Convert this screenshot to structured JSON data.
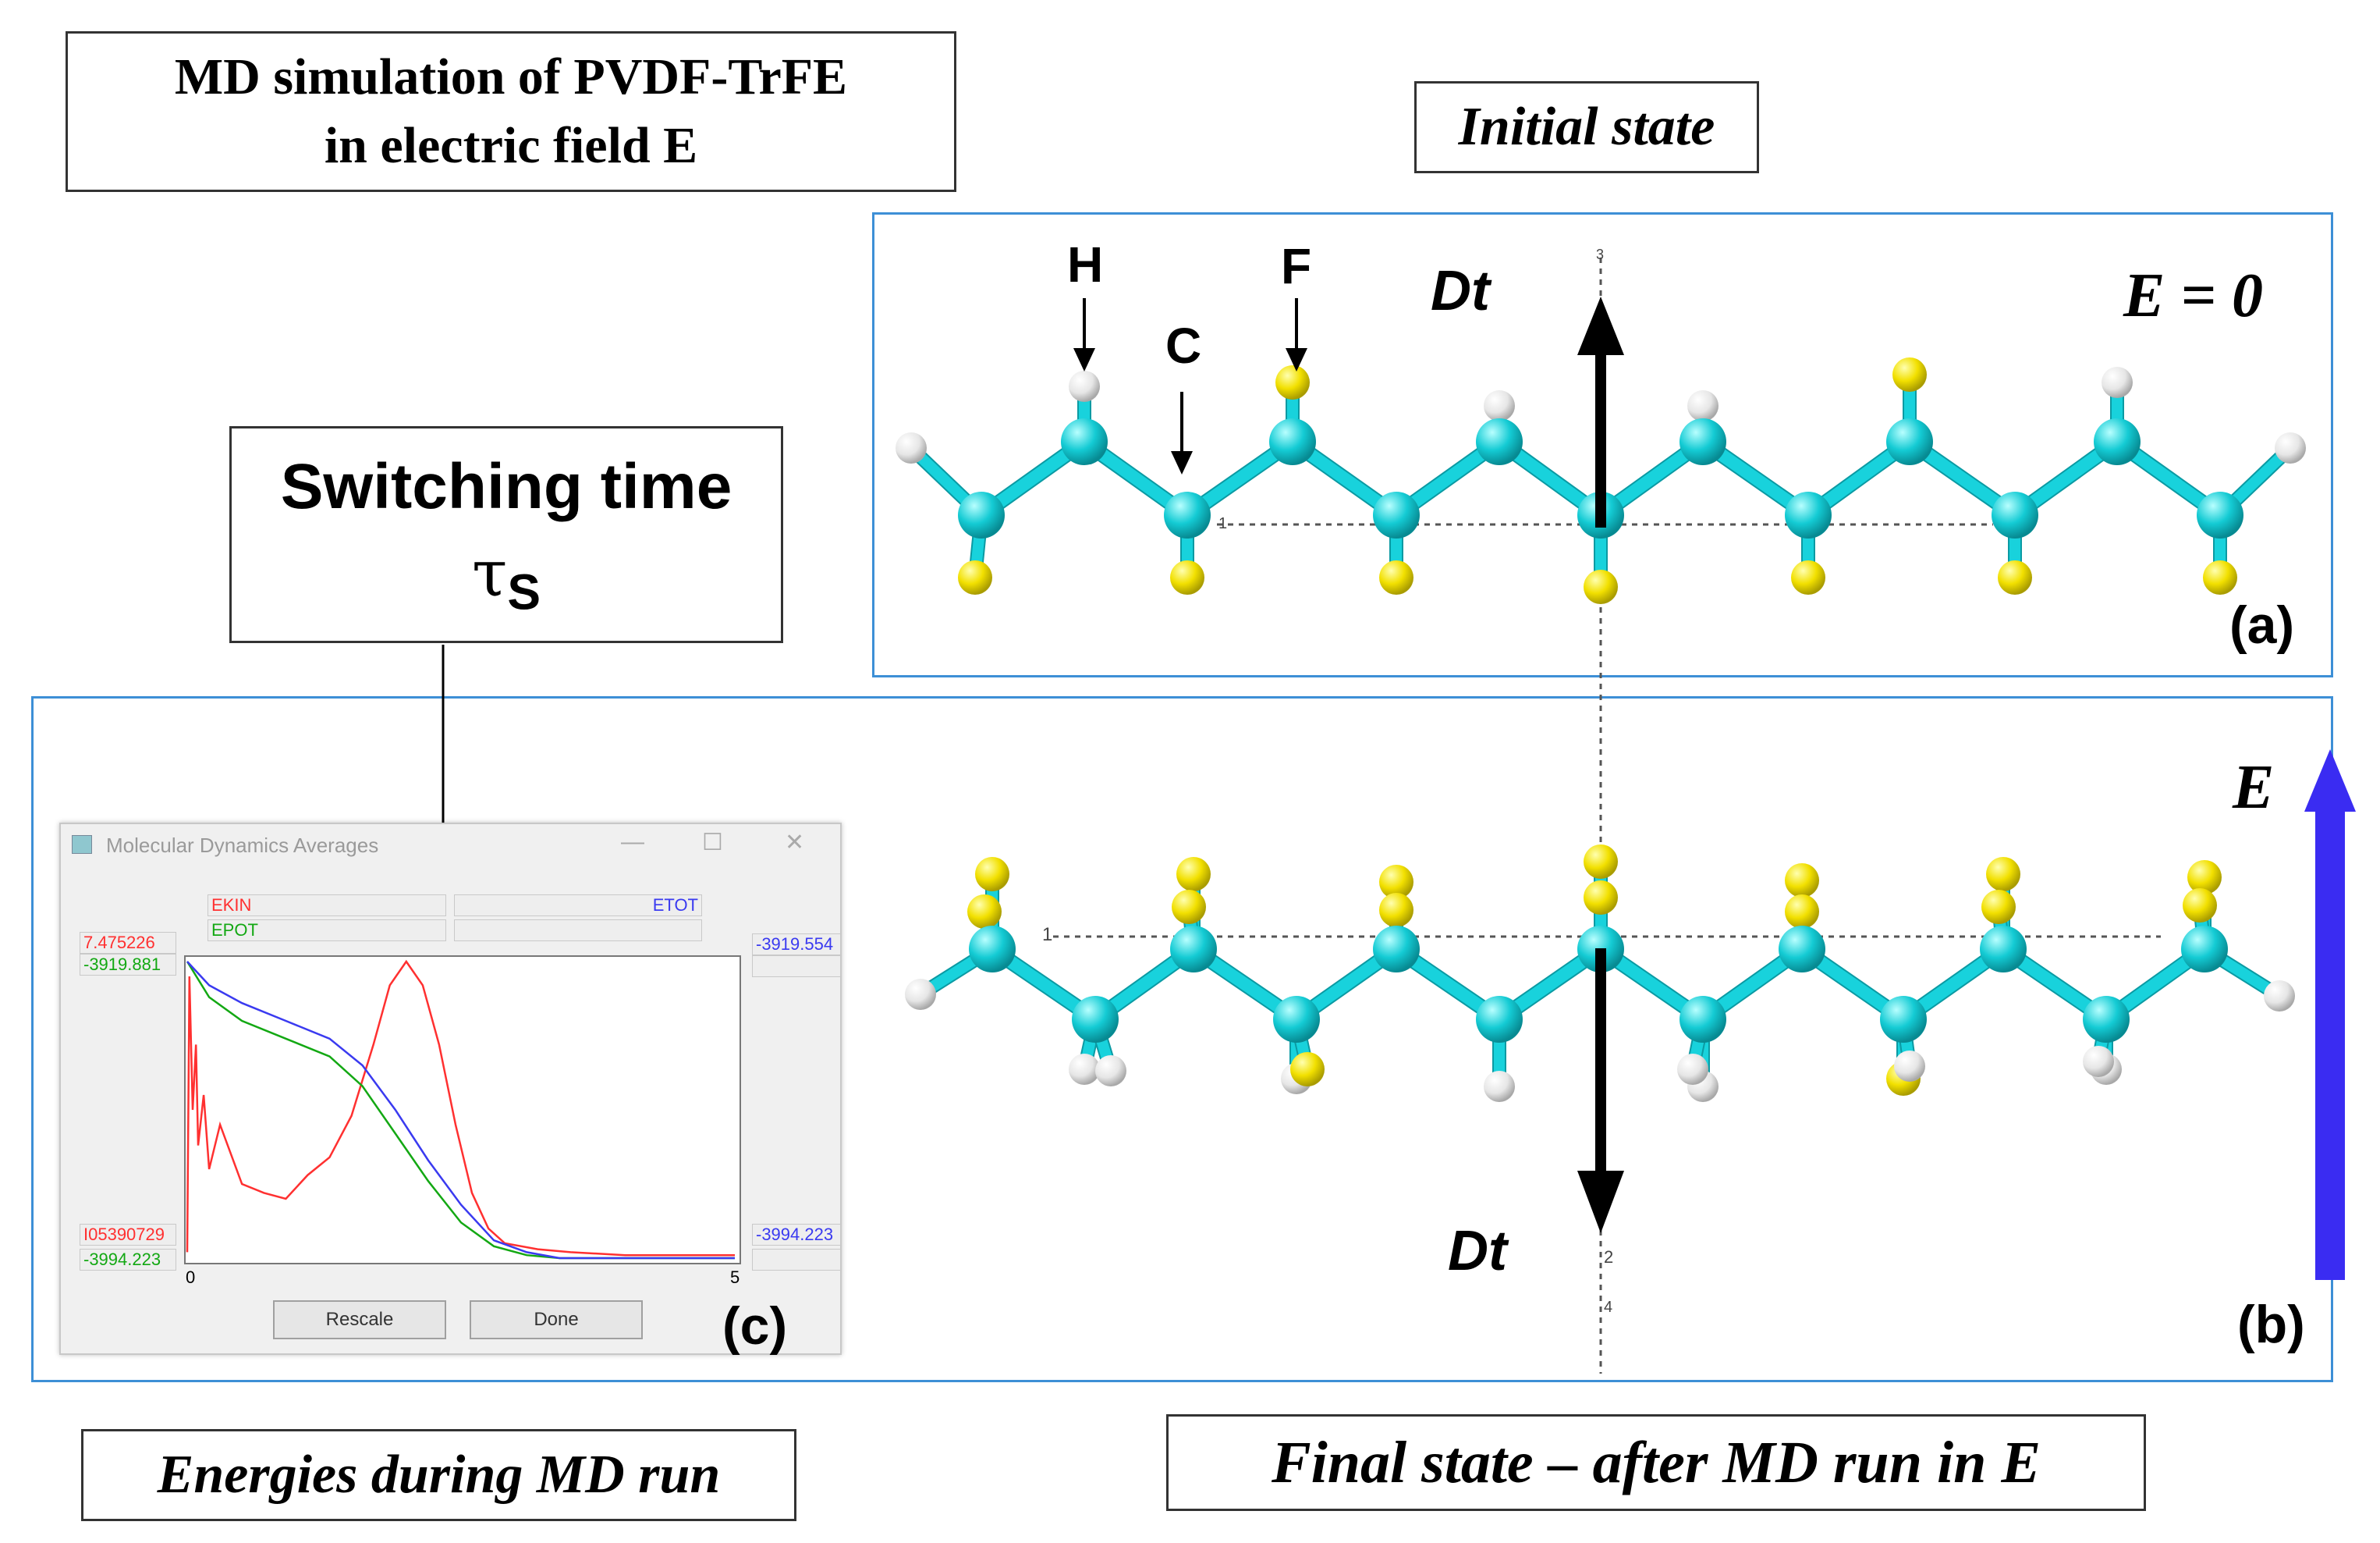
{
  "title": {
    "line1": "MD simulation of PVDF-TrFE",
    "line2": "in electric field E"
  },
  "initial_state": "Initial state",
  "final_state": "Final state – after MD run in E",
  "energies_caption": "Energies during MD run",
  "switching": {
    "label": "Switching time",
    "symbol": "τ",
    "subscript": "S"
  },
  "panel_a": {
    "label": "(a)",
    "field": "E = 0",
    "dipole": "Dt",
    "atoms": {
      "h": "H",
      "c": "C",
      "f": "F"
    },
    "axis_tick_top": "3",
    "axis_tick_left": "1"
  },
  "panel_b": {
    "label": "(b)",
    "field": "E",
    "dipole": "Dt",
    "axis_tick_left": "1",
    "axis_tick_bottom_1": "2",
    "axis_tick_bottom_2": "4"
  },
  "md_window": {
    "label": "(c)",
    "title": "Molecular Dynamics Averages",
    "legend": {
      "ekin": "EKIN",
      "epot": "EPOT",
      "etot": "ETOT"
    },
    "left_axis": {
      "top_red": "7.475226",
      "top_green": "-3919.881",
      "bottom_red": "I05390729",
      "bottom_green": "-3994.223"
    },
    "right_axis": {
      "top": "-3919.554",
      "bottom": "-3994.223"
    },
    "x_axis": {
      "min": "0",
      "max": "5"
    },
    "buttons": {
      "rescale": "Rescale",
      "done": "Done"
    }
  },
  "colors": {
    "carbon": "#12c8d2",
    "fluorine": "#f0e000",
    "hydrogen": "#eeeeee",
    "panel_border": "#3d8fd6",
    "field_arrow": "#3a2cf2",
    "ekin": "#ff3030",
    "epot": "#13a813",
    "etot": "#3a3af0"
  },
  "chart_data": {
    "type": "line",
    "title": "Molecular Dynamics Averages",
    "xlim": [
      0,
      5
    ],
    "series": [
      {
        "name": "EKIN",
        "color": "#ff3030",
        "x": [
          0,
          0.02,
          0.05,
          0.08,
          0.1,
          0.15,
          0.2,
          0.3,
          0.5,
          0.7,
          0.9,
          1.1,
          1.3,
          1.5,
          1.7,
          1.85,
          2.0,
          2.15,
          2.3,
          2.45,
          2.6,
          2.75,
          2.9,
          3.2,
          3.5,
          4.0,
          5.0
        ],
        "y": [
          0.02,
          0.95,
          0.5,
          0.72,
          0.38,
          0.55,
          0.3,
          0.45,
          0.25,
          0.22,
          0.2,
          0.28,
          0.34,
          0.48,
          0.72,
          0.92,
          1.0,
          0.92,
          0.72,
          0.45,
          0.22,
          0.1,
          0.05,
          0.03,
          0.02,
          0.01,
          0.01
        ]
      },
      {
        "name": "EPOT",
        "color": "#13a813",
        "x": [
          0,
          0.2,
          0.5,
          0.9,
          1.3,
          1.6,
          1.9,
          2.2,
          2.5,
          2.8,
          3.1,
          3.4,
          4.0,
          5.0
        ],
        "y": [
          1.0,
          0.88,
          0.8,
          0.74,
          0.68,
          0.58,
          0.42,
          0.26,
          0.12,
          0.04,
          0.01,
          0.0,
          0.0,
          0.0
        ]
      },
      {
        "name": "ETOT",
        "color": "#3a3af0",
        "x": [
          0,
          0.2,
          0.5,
          0.9,
          1.3,
          1.6,
          1.9,
          2.2,
          2.5,
          2.8,
          3.1,
          3.4,
          4.0,
          5.0
        ],
        "y": [
          1.0,
          0.92,
          0.86,
          0.8,
          0.74,
          0.65,
          0.5,
          0.33,
          0.18,
          0.06,
          0.02,
          0.0,
          0.0,
          0.0
        ]
      }
    ]
  }
}
